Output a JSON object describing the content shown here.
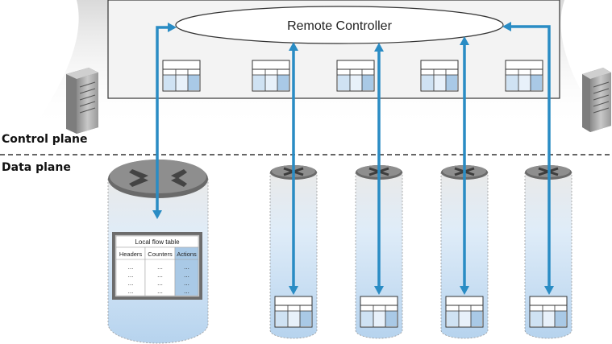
{
  "controller": {
    "label": "Remote Controller"
  },
  "planes": {
    "control": "Control plane",
    "data": "Data plane"
  },
  "flow_table": {
    "title": "Local flow table",
    "columns": [
      "Headers",
      "Counters",
      "Actions"
    ],
    "cell": "..."
  },
  "colors": {
    "arrow": "#2a8cc4",
    "table_light": "#cfe2f3",
    "table_mid": "#a9c9e6",
    "switch_top": "#5a5a5a",
    "panel_border": "#333333"
  }
}
